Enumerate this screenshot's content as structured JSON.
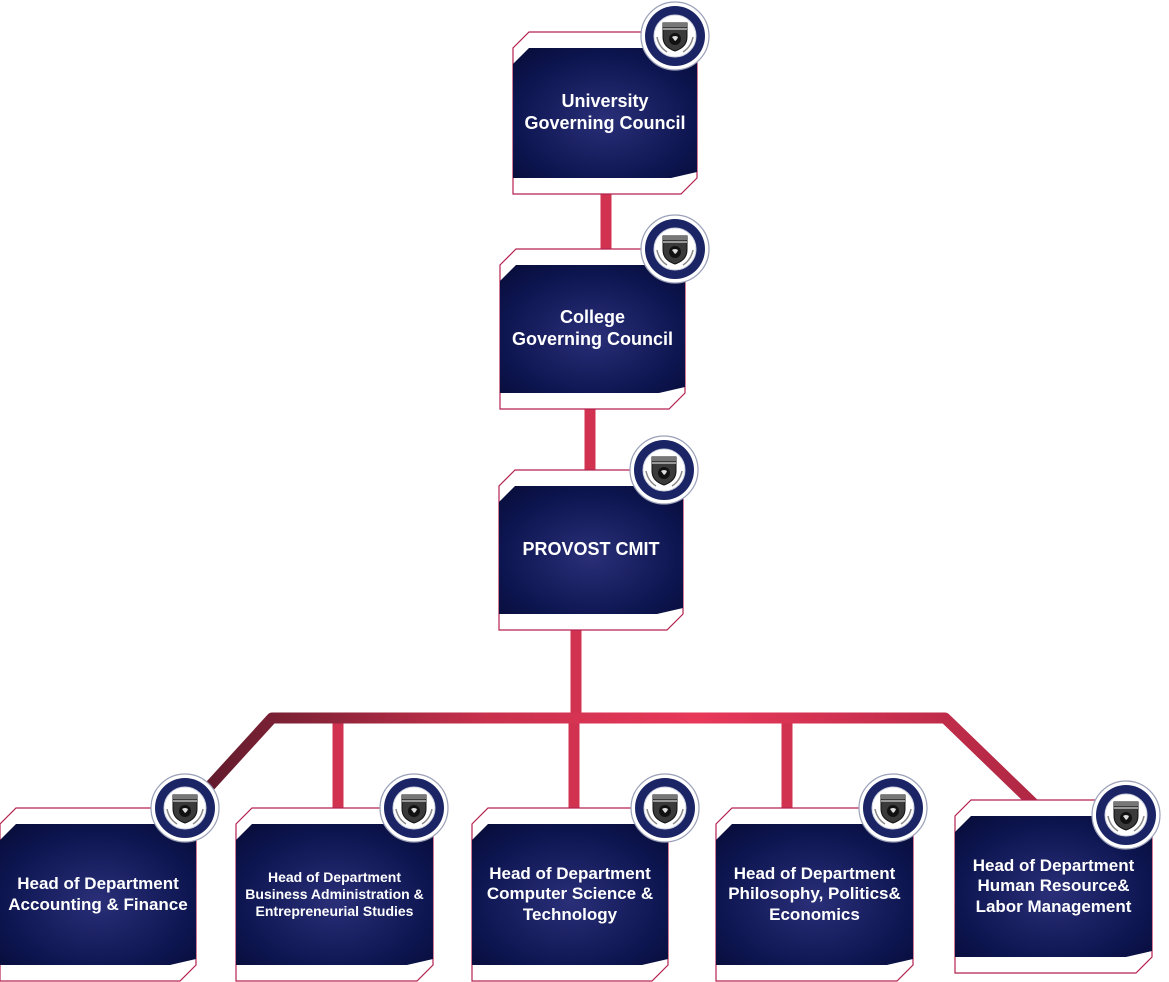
{
  "chart": {
    "nodes": [
      {
        "id": "ugc",
        "label": "University\nGoverning Council"
      },
      {
        "id": "cgc",
        "label": "College\nGoverning Council"
      },
      {
        "id": "provost",
        "label": "PROVOST CMIT"
      },
      {
        "id": "hod-acc",
        "label": "Head of Department\nAccounting & Finance"
      },
      {
        "id": "hod-bus",
        "label": "Head of Department\nBusiness Administration &\nEntrepreneurial Studies"
      },
      {
        "id": "hod-cs",
        "label": "Head of Department\nComputer Science &\nTechnology"
      },
      {
        "id": "hod-ppe",
        "label": "Head of Department\nPhilosophy, Politics&\nEconomics"
      },
      {
        "id": "hod-hr",
        "label": "Head of Department\nHuman Resource&\nLabor Management"
      }
    ],
    "edges": [
      [
        "ugc",
        "cgc"
      ],
      [
        "cgc",
        "provost"
      ],
      [
        "provost",
        "hod-acc"
      ],
      [
        "provost",
        "hod-bus"
      ],
      [
        "provost",
        "hod-cs"
      ],
      [
        "provost",
        "hod-ppe"
      ],
      [
        "provost",
        "hod-hr"
      ]
    ],
    "seal_icon": "university-seal-icon",
    "colors": {
      "card": "#0d1550",
      "border": "#b3224f",
      "connector": "#d3344f"
    }
  }
}
